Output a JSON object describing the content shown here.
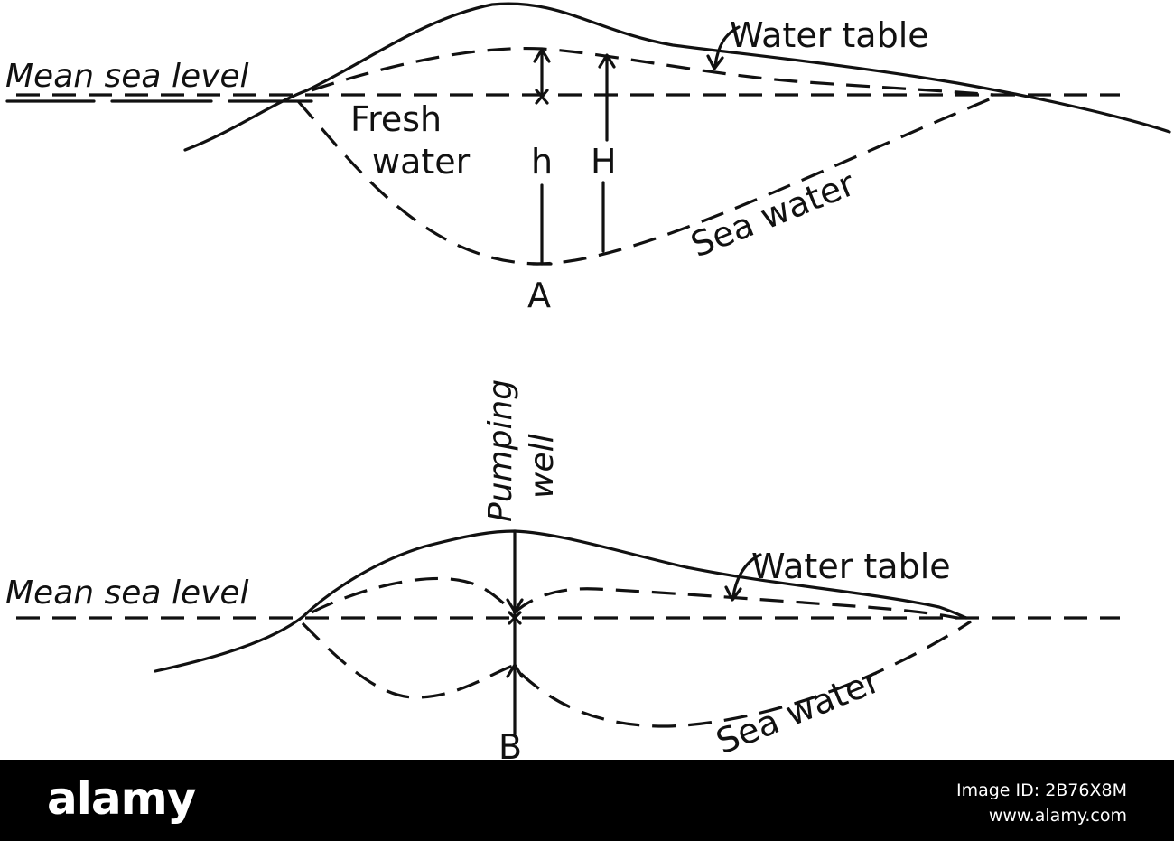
{
  "top": {
    "water_table_label": "Water table",
    "mean_sea_level_label": "Mean sea level",
    "fresh_label": "Fresh",
    "water_label": "water",
    "h_label": "h",
    "big_h_label": "H",
    "sea_water_label": "Sea water",
    "point_label": "A"
  },
  "bottom": {
    "water_table_label": "Water table",
    "mean_sea_level_label": "Mean sea level",
    "pumping_label": "Pumping",
    "well_label": "well",
    "sea_water_label": "Sea water",
    "point_label": "B"
  },
  "watermark": {
    "brand": "alamy",
    "image_id": "Image ID: 2B76X8M",
    "site": "www.alamy.com"
  }
}
